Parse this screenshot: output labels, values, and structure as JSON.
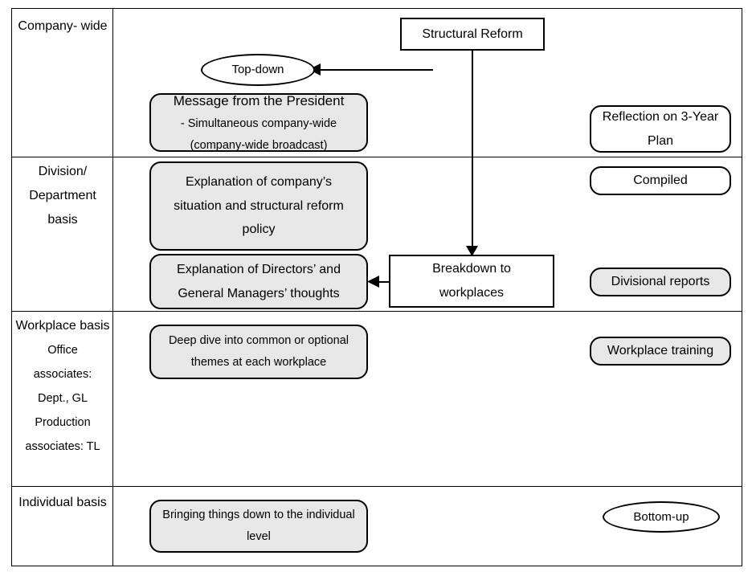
{
  "diagram": {
    "title": "Structural Reform cascade diagram",
    "fill_gray": "#e7e7e7",
    "fill_white": "#ffffff",
    "stroke": "#000000"
  },
  "rows": [
    {
      "id": "company-wide",
      "label_lines": [
        "Company-",
        "wide"
      ],
      "sub_lines": []
    },
    {
      "id": "division-department",
      "label_lines": [
        "Division/",
        "Department",
        "basis"
      ],
      "sub_lines": []
    },
    {
      "id": "workplace",
      "label_lines": [
        "Workplace",
        "basis"
      ],
      "sub_lines": [
        "Office",
        "associates:",
        "Dept., GL",
        "Production",
        "associates: TL"
      ]
    },
    {
      "id": "individual",
      "label_lines": [
        "Individual",
        "basis"
      ],
      "sub_lines": []
    }
  ],
  "nodes": {
    "structural_reform": {
      "label": "Structural Reform",
      "shape": "rect",
      "fill": "#ffffff"
    },
    "top_down": {
      "label": "Top-down",
      "shape": "ellipse",
      "fill": "#ffffff"
    },
    "message_president": {
      "shape": "rounded",
      "fill": "#e7e7e7",
      "line1": "Message from the President",
      "line2": "- Simultaneous company-wide",
      "line3": "(company-wide broadcast)"
    },
    "reflection_plan": {
      "shape": "rounded",
      "fill": "#ffffff",
      "line1": "Reflection on 3-Year",
      "line2": "Plan"
    },
    "explanation_situation": {
      "shape": "rounded",
      "fill": "#e7e7e7",
      "line1": "Explanation of company’s",
      "line2": "situation and structural reform",
      "line3": "policy"
    },
    "compiled": {
      "label": "Compiled",
      "shape": "rounded",
      "fill": "#ffffff"
    },
    "explanation_directors": {
      "shape": "rounded",
      "fill": "#e7e7e7",
      "line1": "Explanation of Directors’ and",
      "line2": "General Managers’ thoughts"
    },
    "breakdown_workplaces": {
      "shape": "rect",
      "fill": "#ffffff",
      "line1": "Breakdown to",
      "line2": "workplaces"
    },
    "divisional_reports": {
      "label": "Divisional reports",
      "shape": "rounded",
      "fill": "#e7e7e7"
    },
    "deep_dive": {
      "shape": "rounded",
      "fill": "#e7e7e7",
      "line1": "Deep dive into common or optional",
      "line2": "themes at each workplace"
    },
    "workplace_training": {
      "label": "Workplace training",
      "shape": "rounded",
      "fill": "#e7e7e7"
    },
    "bringing_down": {
      "shape": "rounded",
      "fill": "#e7e7e7",
      "line1": "Bringing things down to the individual",
      "line2": "level"
    },
    "bottom_up": {
      "label": "Bottom-up",
      "shape": "ellipse",
      "fill": "#ffffff"
    }
  }
}
